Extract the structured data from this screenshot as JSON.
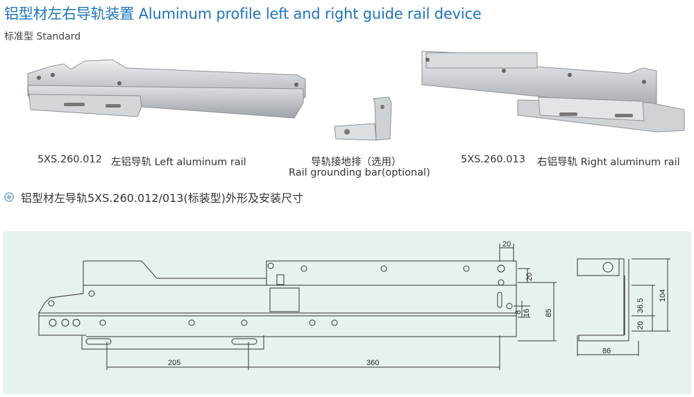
{
  "header": {
    "title": "铝型材左右导轨装置 Aluminum profile left and right guide rail device",
    "subtitle": "标准型 Standard"
  },
  "products": {
    "left_rail": {
      "code": "5XS.260.012",
      "name": "左铝导轨 Left aluminum rail"
    },
    "grounding_bar": {
      "name_cn": "导轨接地排（选用）",
      "name_en": "Rail grounding bar(optional)"
    },
    "right_rail": {
      "code": "5XS.260.013",
      "name": "右铝导轨 Right aluminum rail"
    }
  },
  "section": {
    "icon": "circle-bullet-icon",
    "heading": "铝型材左导轨5XS.260.012/013(标装型)外形及安装尺寸"
  },
  "drawing": {
    "background": "#e6f2ee",
    "dimensions": {
      "top_offset": "20",
      "hole_spacing": "20",
      "small_offset": "8",
      "hole_height": "16",
      "overall_height": "85",
      "left_span": "205",
      "right_span": "360",
      "side_upper": "36.5",
      "side_lower": "20",
      "side_total": "104",
      "side_width": "86"
    }
  }
}
